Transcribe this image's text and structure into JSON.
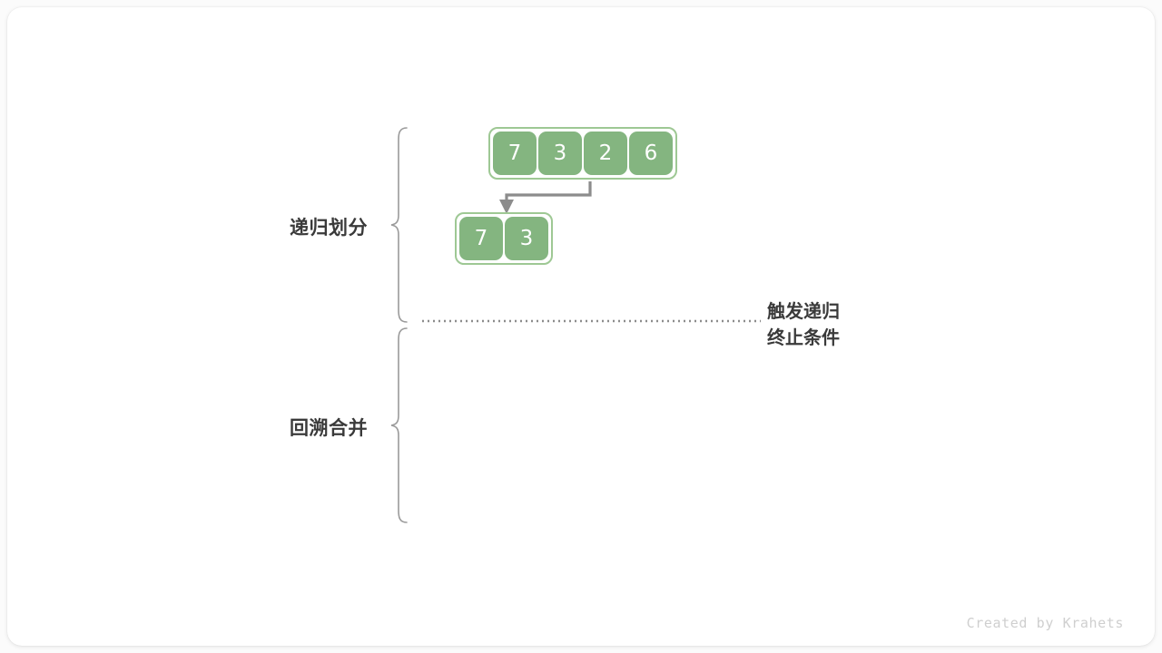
{
  "figure": {
    "title": "Merge sort recursive divide and backtrack merge illustration",
    "background_color": "#fbfbfb",
    "card_color": "#ffffff"
  },
  "labels": {
    "divide": "递归划分",
    "merge": "回溯合并"
  },
  "note": {
    "line1": "触发递归",
    "line2": "终止条件"
  },
  "arrays": {
    "top": {
      "name": "original-array",
      "values": [
        "7",
        "3",
        "2",
        "6"
      ]
    },
    "sub": {
      "name": "left-subarray",
      "values": [
        "7",
        "3"
      ]
    }
  },
  "colors": {
    "cell_fill": "#84b580",
    "cell_text": "#ffffff",
    "array_border": "#9ec894",
    "brace": "#9a9a9a",
    "arrow": "#8c8c8c",
    "dotted_line": "#8c8c8c",
    "label_text": "#3a3a3a",
    "credit_text": "#cfcfcf"
  },
  "credit": "Created by Krahets"
}
